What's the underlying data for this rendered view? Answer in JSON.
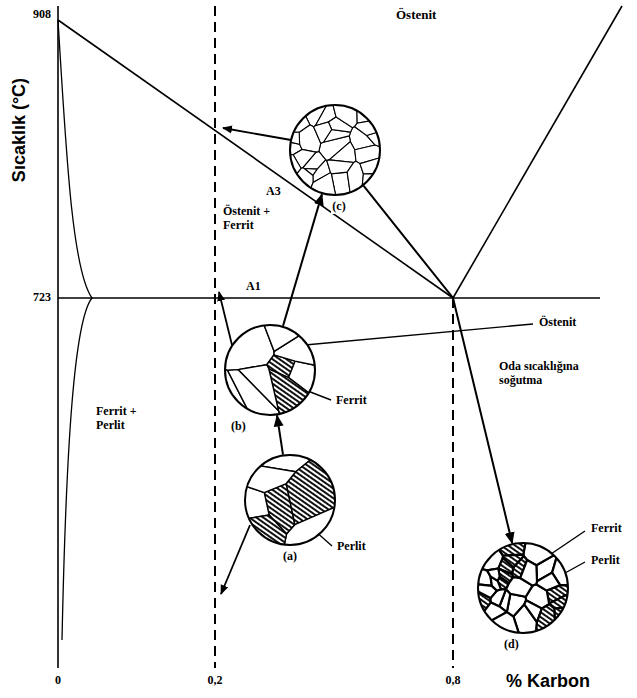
{
  "diagram": {
    "nodes": [
      {
        "text": [
          "(c)"
        ]
      },
      {
        "text": [
          "(b)"
        ]
      },
      {
        "text": [
          "(a)"
        ]
      },
      {
        "text": [
          "(d)"
        ]
      }
    ],
    "edges": [
      {
        "from": 2,
        "to": 1,
        "arrow": "to"
      },
      {
        "from": 1,
        "to": 0,
        "arrow": "to"
      },
      {
        "from": 0,
        "to": 3,
        "arrow": "to"
      }
    ],
    "labels": [
      "908",
      "Sıcaklık (°C)",
      "Östenit",
      "A3",
      "Östenit + Ferrit",
      "723",
      "A1",
      "Östenit",
      "Oda sıcaklığına soğutma",
      "Ferrit + Perlit",
      "Ferrit",
      "Ferrit",
      "Perlit",
      "Perlit",
      "0",
      "0,2",
      "0,8",
      "% Karbon"
    ]
  }
}
